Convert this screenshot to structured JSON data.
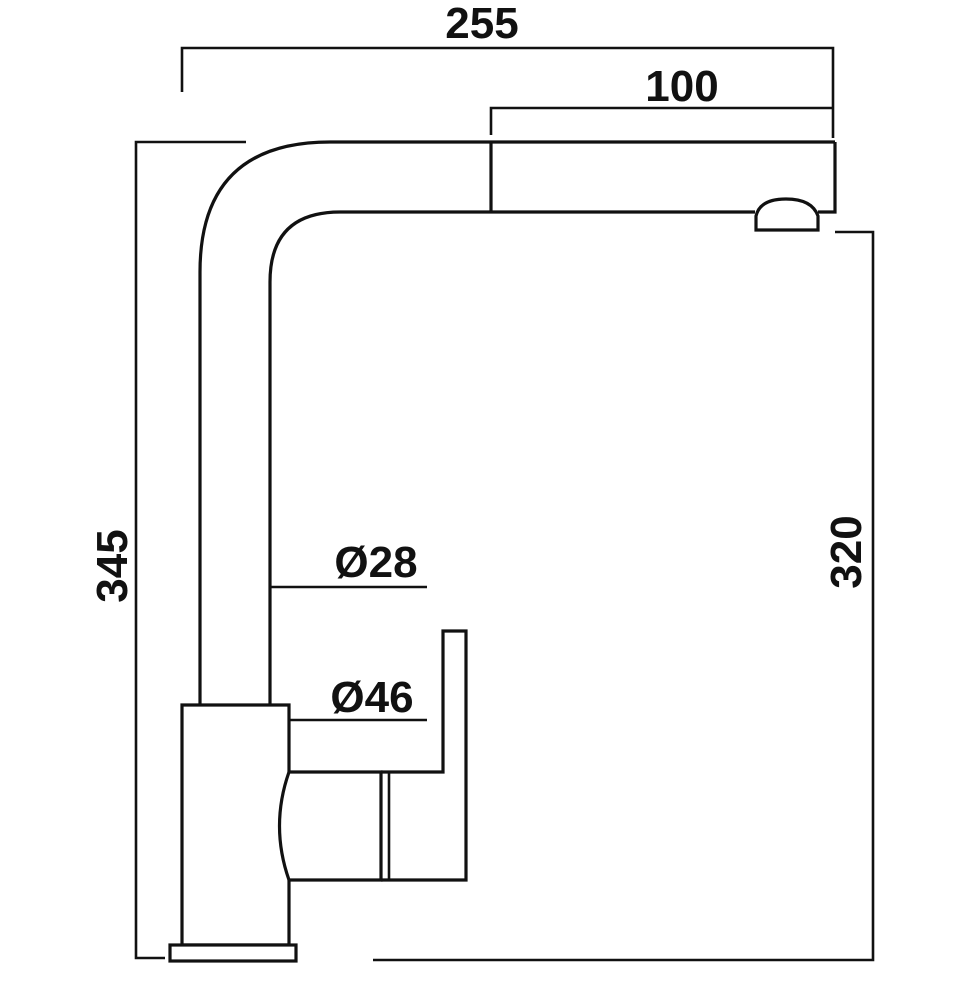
{
  "dimensions": {
    "overall_width": "255",
    "pullout_length": "100",
    "overall_height": "345",
    "spout_height": "320",
    "spout_diameter": "Ø28",
    "body_diameter": "Ø46"
  },
  "colors": {
    "line": "#111111",
    "background": "#ffffff"
  }
}
